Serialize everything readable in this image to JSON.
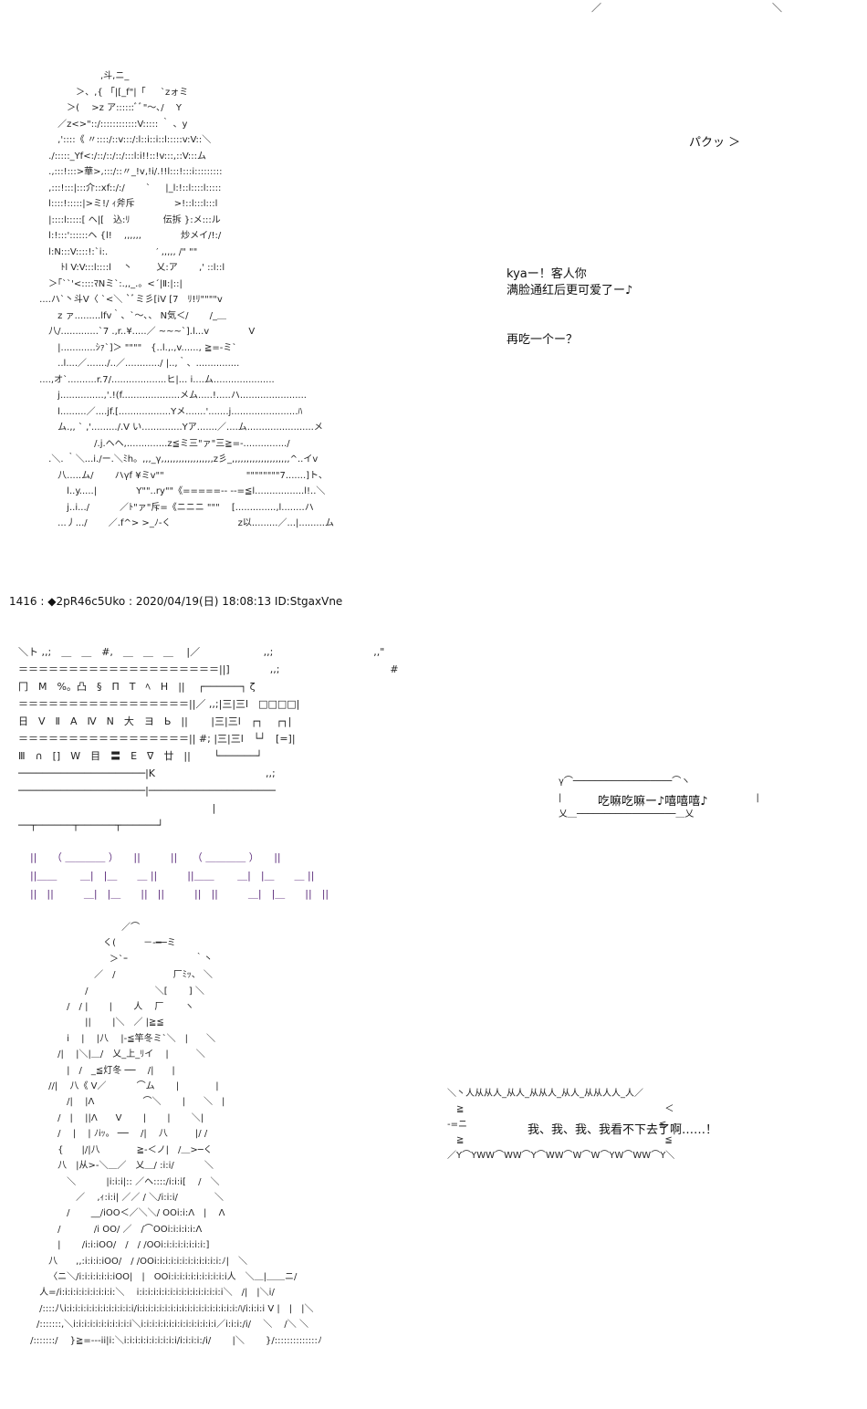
{
  "top_right_fragment": "／　　　　　　　　　　　　　　　　　＼",
  "sfx_paku": "パクッ ＞",
  "dialogue_1": "kyaー！客人你\n满脸通红后更可爱了ー♪",
  "dialogue_2": "再吃一个ー？",
  "post_header": "1416 : ◆2pR46c5Uko : 2020/04/19(日) 18:08:13 ID:StgaxVne",
  "bubble_1": "吃嘛吃嘛ー♪嘻嘻嘻♪",
  "bubble_2": "我、我、我、我看不下去了啊……！",
  "aa_figure_top": "　　　　　　　　,斗,ニ_\n　　　　　 ＞、,{ 「|[_f\"|「 　 `zォミ\n　　　　 ＞( 　>z ア::::::ﾞﾞ\"～､/　 Y\n　　　 ／z<>\"::/::::::::::::V::::: ｀ 、y\n　　　 ,'::::《 〃::::/::v:::/:l::i::i::l:::::v:V::＼\n　　 ./:::::_Yf<:/::/::/::/:::l:i!!::!v:::,::V:::ム\n　　 .,:::!:::>華>,:::/::〃_!v,!i/.!!l:::!:::i:::::::::\n　　 ,:::!:::|:::介::xf::/:/　　 ` 　 |_l:!::l::::l:::::\n　　 l::::!:::::|>ミ!/ ｨ斧斥　　　　 >!::l:::l:::l\n　　 |::::l:::::[ ヘ|[　込:ﾘ　　 　 伝拆 }:メ:::ル\n　　 l:!:::'::::::ヘ {l!　 ,,,,,,　　　　 炒メイ/!:/\n　　 l:N:::V::::!:`i:.　　　　　 ′ ,,,,, /\" \"\"\n　　 　 ﾄl V:V:::l::::l　 丶　 　 乂:ア　　 ,' ::l::l\n　　 ＞｢``'<::::ﾏNミ`:.,,_.。<´|Ⅱ:|::|\n　 ....ハ`丶斗V〈 `<＼ `ﾞミ彡[iV [7　ﾘ!ﾘ\"\"\"\"v\n　　　 z ァ.........lfv｀、`～､、 N気＜/　　 /_＿\n　　 八/.............`7 .,r..¥.....／ ~~~`].l...v　　　　 V\n　　　 |............ｼｧ`]＞ \"\"\"\"　{..l.,.,v......, ≧=-ミ`\n　　　 ..l....／......./..／............/ |..,｀、...............\n　 ....,オ`..........r.7/...................ヒ|... i....ム.....................\n　　　 j...............,'.!(f....................メム.....!.....ハ.......................\n　　　 l.........／....jf.[..................Yメ.......'.......j.......................ﾊ\n　　　 ム.,, ` ,'........./.V い..............Yア.......／....ム.......................メ\n　　　　　　　 /.j.ヘヘ,..............z≦ミ三\"ァ\"三≧=-.............../\n　　 .＼. ｀＼...i./ー.＼ﾐh。,,,_γ,,,,,,,,,,,,,,,,,,z彡_,,,,,,,,,,,,,,,,,,,,^..イv\n　　　 八.....ム/　　 ハγf ¥ミv\"\"　　　　　　　　　\"\"\"\"\"\"\"\"7.......]ト、\n　　　　 l..y.....|　　　　 Y\"\"..ry\"\"《=====-- --=≦l.................l!..＼\n　　　　 j..i.../　　　 ／ﾄ\"ァ\"斥=《ニニニ \"\"\"　 [..............,l........ハ\n　　　 ...丿.../　　 ／.f^> >_ﾉ-く 　　　　　　　z以.........／...|.........ム",
  "aa_room": "＼ト ,,;　＿　＿　#,　＿　＿　＿　 |／　　　　　　 ,,;　　　　　　　　　　,,\"\n＝＝＝＝＝＝＝＝＝＝＝＝＝＝＝＝＝＝＝＝||]　　　　,,;　　　　　　　　　　　#\n冂　M　%。凸　§　Π　T　ﾍ　H　||　 ┌──────┐ ζ\n＝＝＝＝＝＝＝＝＝＝＝＝＝＝＝＝＝||／ ,,;|三|三l　□□□□|\n日　V　Ⅱ　A　Ⅳ　N　大　ヨ　Ь　||　　 |三|三l　┌┐　 ┌┐|\n＝＝＝＝＝＝＝＝＝＝＝＝＝＝＝＝＝|| #; |三|三l　└┘　[=]|\nⅢ　∩　[]　W　目　〓　E　∇　廿　||　　 └──────┘\n─────────────────────|K　　　　　　　　　　　,,;\n─────────────────────|─────────────────────\n　　　　　　　　　　　　　　　　　　　 |\n──┬──────┬──────┬──────┘\n",
  "aa_furniture": "　||　　（ ＿＿＿＿ ）　　||　　　||　　（ ＿＿＿＿ ）　　||\n　||＿＿　　 ＿|　|＿　　＿ ||　　　||＿＿　　 ＿|　|＿　　＿ ||\n　||　||　　　＿|　|＿　　||　||　　　||　||　　　＿|　|＿　　||　||",
  "aa_figure_bottom": "　　　　　　　　　　 ／⌒\n　　　　　　　　 く(　　　－‐━─ミ\n　　　　　　　　　＞`ｰ　　　　　　　 ｀丶\n　　　　　　　 ／　/　　　　　　 厂ﾐｯ、 ＼\n　　　　　　 /　　　　　　　 ＼[　　 ] ＼\n　　　　 /　/ |　　 |　　 人　 厂　　 ヽ\n　　　　　　 ||　　 |＼　／ |≧≦\n　　　　 i　 |　 |八　 |-≦竿冬ミ`＼　|　　＼\n　　　 /|　 |＼|＿/　乂_上_ﾘイ　 |　　　＼\n　　　　 |　/　_≦灯冬 ──　 /|　　|\n　　 //|　 八《 V／　　　 ⌒ム　　 |　　　　|\n　　　　 /|　 |Λ　　　　　 ⌒＼　　 |　　＼　|\n　　　 /　|　 ||Λ　　V　　 |　　 |　　 ＼|\n　　　 /　 |　 | ﾉiｯ。 ──　 /|　 八　　　|/ /\n　　　 {　　|/|八　　　　≧-＜ノ|　/＿>─く\n　　　 八　|从>-＼＿／　乂＿/ :i:i/　　　 ＼\n　　　　 ＼　　　 |i:i:i|:: ／ヘ::::/i:i:i[　 /　＼\n　　　　　 ／　 ,ｨ:i:i| ／／ / ＼/i:i:i/　　　　＼\n　　　　 /　　 __/iOO＜／＼＼/ OOi:i:Λ　|　 Λ\n　　　 /　　 　 /i OO/ ／　/⌒OOi:i:i:i:i:Λ\n　　　 |　　 /i:i:iOO/　/　/ /OOi:i:i:i:i:i:i:i:]\n　　 八　　,,:i:i:i:iOO/　/ /OOi:i:i:i:i:i:i:i:i:i:i:i:ﾉ|　＼\n　　 〈ニ＼/i:i:i:i:i:i:iOO|　|　OOi:i:i:i:i:i:i:i:i:i:i人　＼＿|＿＿ニ/\n　 人=/i:i:i:i:i:i:i:i:i:i:＼　 i:i:i:i:i:i:i:i:i:i:i:i:i:i:i:i＼　/|　|＼i/\n　 /::::八i:i:i:i:i:i:i:i:i:i:i:i:i/i:i:i:i:i:i:i:i:i:i:i:i:i:i:i:i:i:i:ﾊ/i:i:i:i V |　|　|＼\n　/:::::::,＼i:i:i:i:i:i:i:i:i:i:i＼i:i:i:i:i:i:i:i:i:i:i:i:i:i／i:i:i:/i/　 ＼　 /＼ ＼\n /:::::::/　 }≧=---ii|i:＼i:i:i:i:i:i:i:i:i:i/i:i:i:i:/i/　　 |＼　　 }/::::::::::::::ﾉ",
  "aa_bubble_1_frame": "γ⌒──────────────────⌒ヽ\n|　　　　　　　　　　　　　　　　　　　　　 |\n乂＿──────────────────＿乂",
  "aa_bubble_2_frame": "＼丶人从从人_从人_从从人_从人_从从人人_人／\n　≧　　　　　　　　　　　　　　　　　　　　　　＜\n-=ニ　　　　　　　　　　　　　　　　　　　　　≦\n　≧　　　　　　　　　　　　　　　　　　　　　　≦\n／Y⌒YWW⌒WW⌒Y⌒WW⌒W⌒W⌒YW⌒WW⌒Y＼"
}
